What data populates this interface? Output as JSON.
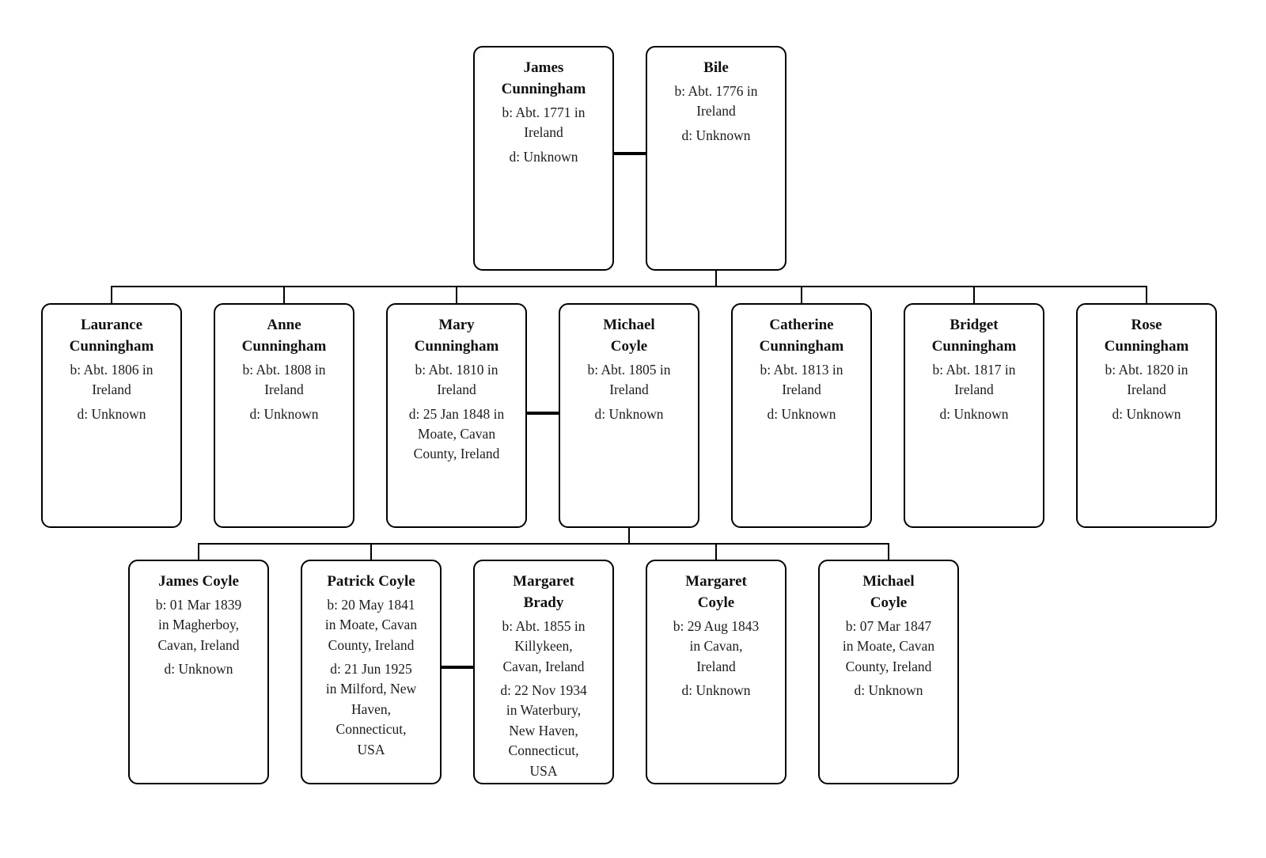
{
  "diagram": {
    "kind": "family-tree",
    "generations": 3
  },
  "colors": {
    "background": "#ffffff",
    "box_border": "#000000",
    "connector_line": "#000000",
    "text": "#111111"
  },
  "people": {
    "james_cunningham": {
      "name": "James\nCunningham",
      "birth": "b: Abt. 1771 in\nIreland",
      "death": "d: Unknown"
    },
    "bile": {
      "name": "Bile",
      "birth": "b: Abt. 1776 in\nIreland",
      "death": "d: Unknown"
    },
    "laurance_cunningham": {
      "name": "Laurance\nCunningham",
      "birth": "b: Abt. 1806 in\nIreland",
      "death": "d: Unknown"
    },
    "anne_cunningham": {
      "name": "Anne\nCunningham",
      "birth": "b: Abt. 1808 in\nIreland",
      "death": "d: Unknown"
    },
    "mary_cunningham": {
      "name": "Mary\nCunningham",
      "birth": "b: Abt. 1810 in\nIreland",
      "death": "d: 25 Jan 1848 in\nMoate, Cavan\nCounty, Ireland"
    },
    "michael_coyle_sr": {
      "name": "Michael\nCoyle",
      "birth": "b: Abt. 1805 in\nIreland",
      "death": "d: Unknown"
    },
    "catherine_cunningham": {
      "name": "Catherine\nCunningham",
      "birth": "b: Abt. 1813 in\nIreland",
      "death": "d: Unknown"
    },
    "bridget_cunningham": {
      "name": "Bridget\nCunningham",
      "birth": "b: Abt. 1817 in\nIreland",
      "death": "d: Unknown"
    },
    "rose_cunningham": {
      "name": "Rose\nCunningham",
      "birth": "b: Abt. 1820 in\nIreland",
      "death": "d: Unknown"
    },
    "james_coyle": {
      "name": "James Coyle",
      "birth": "b: 01 Mar 1839\nin Magherboy,\nCavan, Ireland",
      "death": "d: Unknown"
    },
    "patrick_coyle": {
      "name": "Patrick Coyle",
      "birth": "b: 20 May 1841\nin Moate, Cavan\nCounty, Ireland",
      "death": "d: 21 Jun 1925\nin Milford, New\nHaven,\nConnecticut,\nUSA"
    },
    "margaret_brady": {
      "name": "Margaret\nBrady",
      "birth": "b: Abt. 1855 in\nKillykeen,\nCavan, Ireland",
      "death": "d: 22 Nov 1934\nin Waterbury,\nNew Haven,\nConnecticut,\nUSA"
    },
    "margaret_coyle": {
      "name": "Margaret\nCoyle",
      "birth": "b: 29 Aug 1843\nin Cavan,\nIreland",
      "death": "d: Unknown"
    },
    "michael_coyle_jr": {
      "name": "Michael\nCoyle",
      "birth": "b: 07 Mar 1847\nin Moate, Cavan\nCounty, Ireland",
      "death": "d: Unknown"
    }
  },
  "relationships": {
    "marriages": [
      {
        "between": [
          "James Cunningham",
          "Bile"
        ]
      },
      {
        "between": [
          "Mary Cunningham",
          "Michael Coyle"
        ]
      },
      {
        "between": [
          "Patrick Coyle",
          "Margaret Brady"
        ]
      }
    ],
    "children_of_james_and_bile": [
      "Laurance Cunningham",
      "Anne Cunningham",
      "Mary Cunningham",
      "Catherine Cunningham",
      "Bridget Cunningham",
      "Rose Cunningham"
    ],
    "children_of_mary_and_michael": [
      "James Coyle",
      "Patrick Coyle",
      "Margaret Coyle",
      "Michael Coyle"
    ]
  }
}
